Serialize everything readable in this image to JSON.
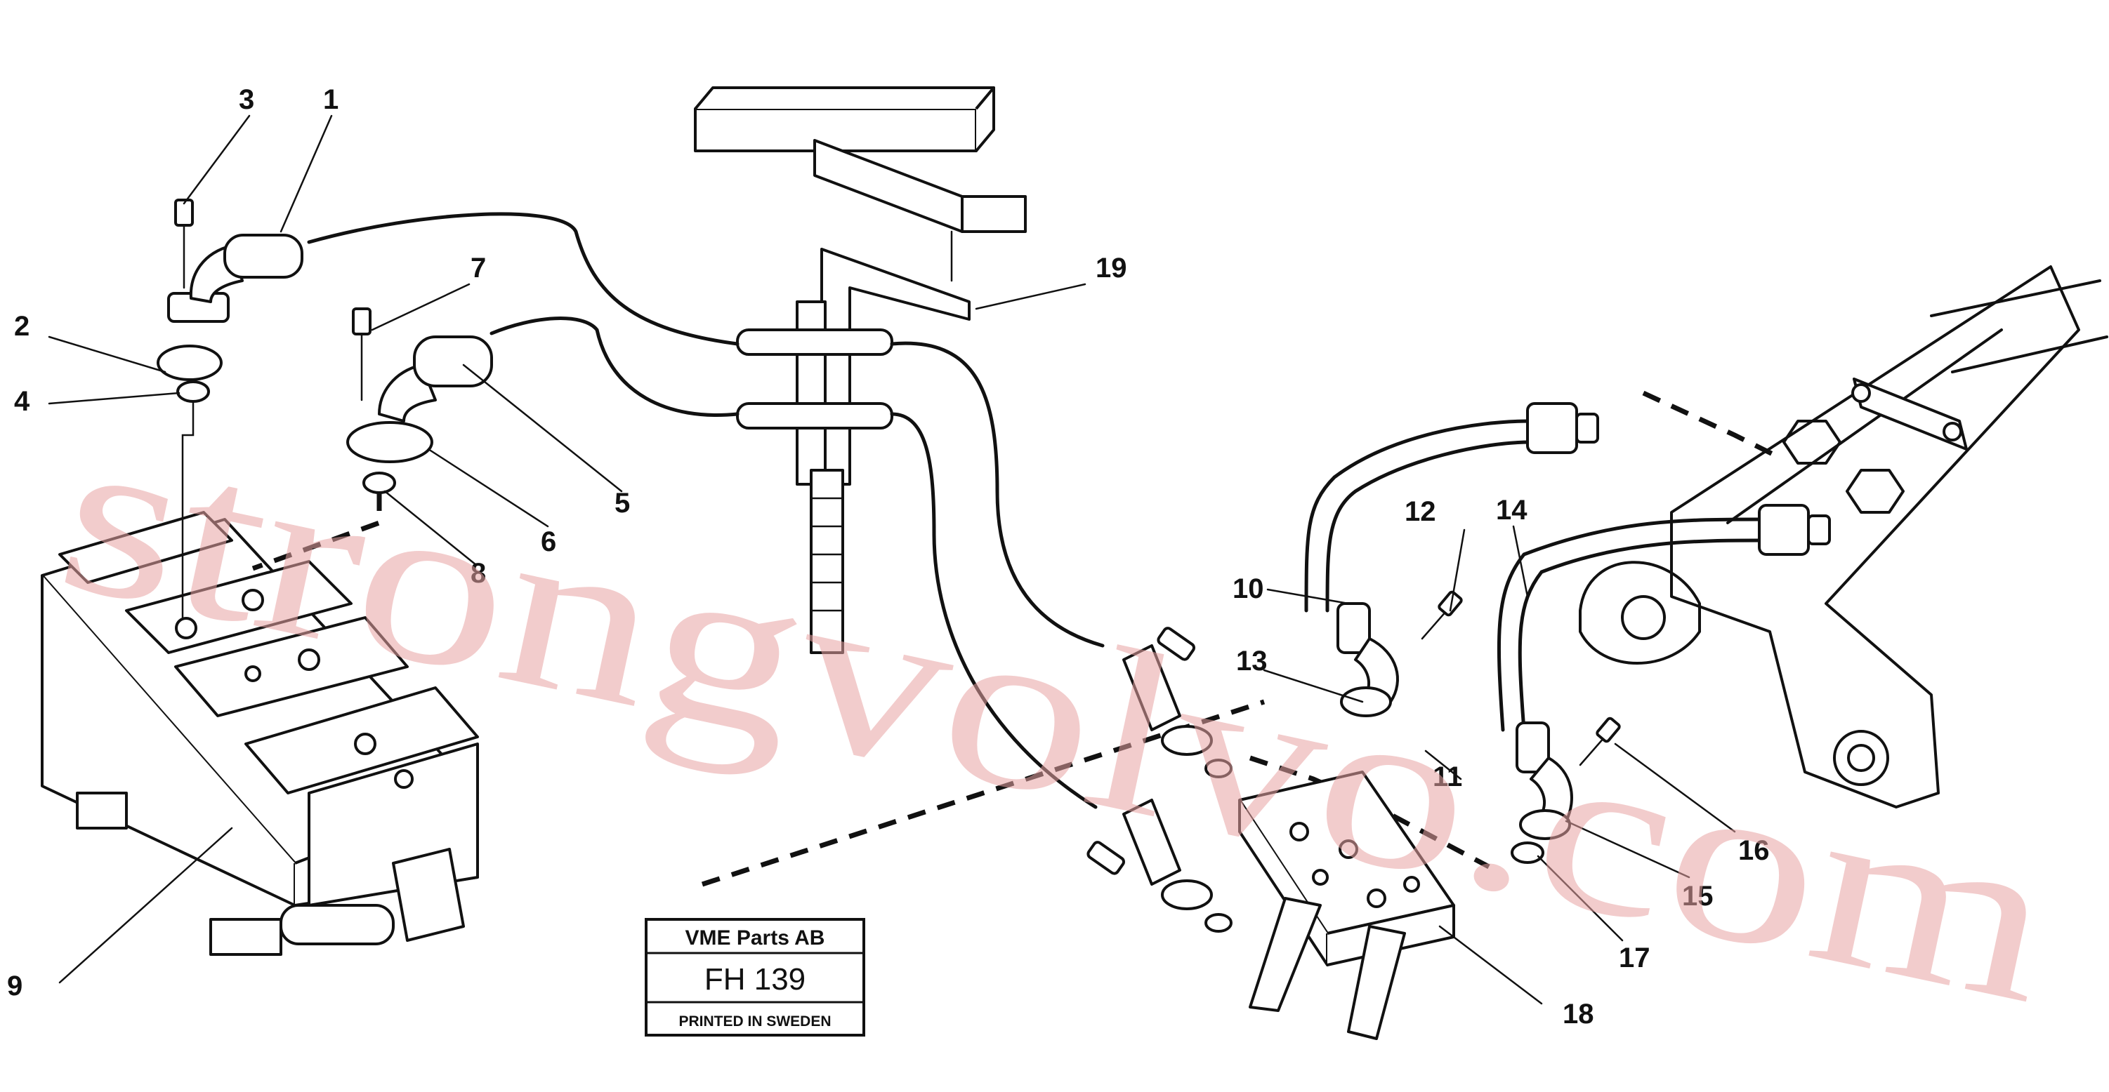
{
  "diagram": {
    "part_labels": [
      "1",
      "2",
      "3",
      "4",
      "5",
      "6",
      "7",
      "8",
      "9",
      "10",
      "11",
      "12",
      "13",
      "14",
      "15",
      "16",
      "17",
      "18",
      "19"
    ]
  },
  "stamp": {
    "company": "VME Parts AB",
    "code": "FH 139",
    "footer": "PRINTED IN SWEDEN"
  },
  "watermark": {
    "text": "strongvolvo.com",
    "color": "#e8a3a3"
  }
}
